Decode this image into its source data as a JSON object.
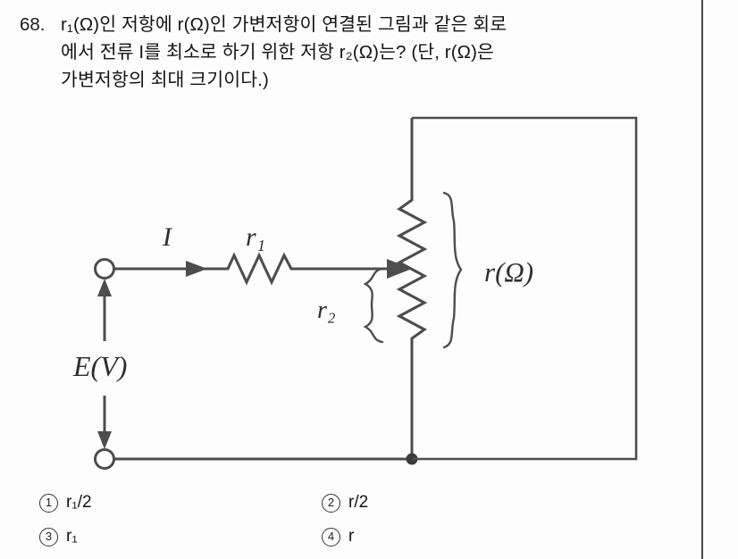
{
  "question": {
    "number": "68.",
    "lines": [
      "r₁(Ω)인 저항에 r(Ω)인 가변저항이 연결된 그림과 같은 회로",
      "에서 전류 I를 최소로 하기 위한 저항 r₂(Ω)는? (단, r(Ω)은",
      "가변저항의 최대 크기이다.)"
    ]
  },
  "choices": [
    {
      "marker": "1",
      "text": "r₁/2"
    },
    {
      "marker": "2",
      "text": "r/2"
    },
    {
      "marker": "3",
      "text": "r₁"
    },
    {
      "marker": "4",
      "text": "r"
    }
  ],
  "figure": {
    "labels": {
      "current": "I",
      "series_resistor": "r₁",
      "lower_section": "r₂",
      "total_variable_resistor": "r(Ω)",
      "source": "E(V)"
    },
    "components": {
      "top_terminal": "open-circle-terminal",
      "bottom_terminal": "open-circle-terminal",
      "series_resistor_symbol": "horizontal-zigzag-resistor",
      "variable_resistor_symbol": "vertical-zigzag-resistor-with-wiper",
      "junction": "solid-node-dot"
    },
    "colors": {
      "line": "#4d4d4d",
      "label": "#2e2e2e",
      "page_border": "#4a4a4a"
    }
  }
}
